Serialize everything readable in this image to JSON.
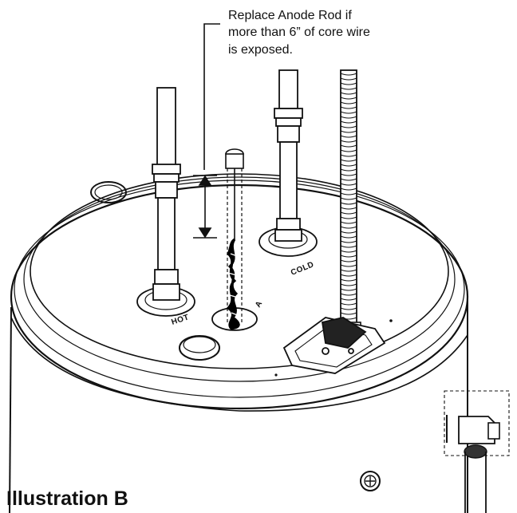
{
  "callout": {
    "lines": [
      "Replace Anode Rod if",
      "more than 6” of core wire",
      "is exposed."
    ]
  },
  "labels": {
    "hot": "HOT",
    "cold": "COLD",
    "anode": "A"
  },
  "caption": "Illustration B",
  "colors": {
    "line": "#111111",
    "wire": "#000000",
    "background": "#ffffff"
  }
}
